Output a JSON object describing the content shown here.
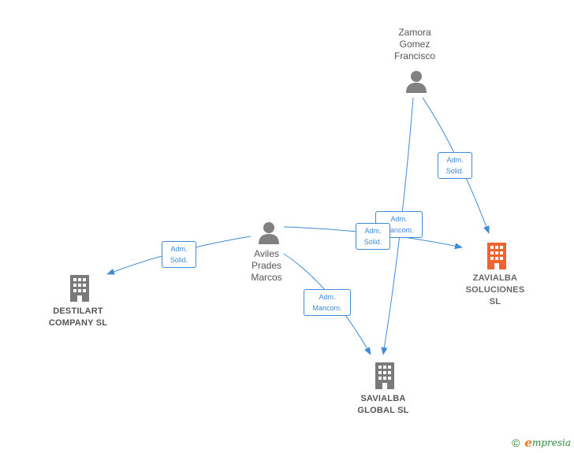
{
  "colors": {
    "edge": "#3f8bd6",
    "person": "#808080",
    "company": "#7a7a7a",
    "focus_company": "#f0652f"
  },
  "people": {
    "zamora": {
      "icon": "person-icon",
      "lines": [
        "Zamora",
        "Gomez",
        "Francisco"
      ]
    },
    "aviles": {
      "icon": "person-icon",
      "lines": [
        "Aviles",
        "Prades",
        "Marcos"
      ]
    }
  },
  "companies": {
    "zavialba": {
      "icon": "building-icon",
      "lines": [
        "ZAVIALBA",
        "SOLUCIONES",
        "SL"
      ]
    },
    "destilart": {
      "icon": "building-icon",
      "lines": [
        "DESTILART",
        "COMPANY  SL"
      ]
    },
    "savialba": {
      "icon": "building-icon",
      "lines": [
        "SAVIALBA",
        "GLOBAL  SL"
      ]
    }
  },
  "relations": {
    "zamora_zavialba": [
      "Adm.",
      "Solid."
    ],
    "zamora_savialba": [
      "Adm.",
      "Mancom."
    ],
    "aviles_zavialba": [
      "Adm.",
      "Solid."
    ],
    "aviles_destilart": [
      "Adm.",
      "Solid."
    ],
    "aviles_savialba": [
      "Adm.",
      "Mancom."
    ]
  },
  "footer": {
    "copyright": "©",
    "brand_initial": "e",
    "brand_rest": "mpresia"
  }
}
